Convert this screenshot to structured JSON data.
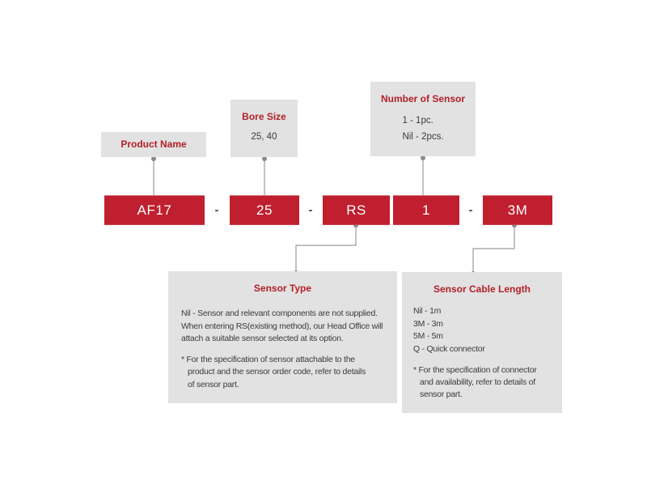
{
  "colors": {
    "red_fill": "#bf1f2e",
    "red_heading": "#b22028",
    "box_gray": "#e2e2e2",
    "text_dark": "#3b3b3c",
    "code_text": "#ffffff",
    "line_gray": "#9b9b9b",
    "dot_gray": "#8a8a8a",
    "dash_gray": "#4d4d4f"
  },
  "top_boxes": {
    "product_name": {
      "title": "Product Name"
    },
    "bore_size": {
      "title": "Bore Size",
      "value": "25, 40"
    },
    "number_of_sensor": {
      "title": "Number of Sensor",
      "values": "1 - 1pc.\nNil - 2pcs."
    }
  },
  "order_code": {
    "product": "AF17",
    "separator": "-",
    "bore": "25",
    "sensor_type": "RS",
    "sensor_count": "1",
    "cable_length": "3M"
  },
  "detail_boxes": {
    "sensor_type": {
      "title": "Sensor Type",
      "description": "Nil - Sensor and relevant components are not supplied.\nWhen entering RS(existing method), our Head Office will\nattach a suitable sensor selected at its option.",
      "note": "* For the specification of sensor attachable to the\nproduct and the sensor order code, refer to details\nof sensor part."
    },
    "sensor_cable_length": {
      "title": "Sensor Cable Length",
      "options": "Nil - 1m\n3M - 3m\n5M - 5m\nQ - Quick connector",
      "note": "* For the specification of connector\nand availability, refer to details of\nsensor part."
    }
  }
}
